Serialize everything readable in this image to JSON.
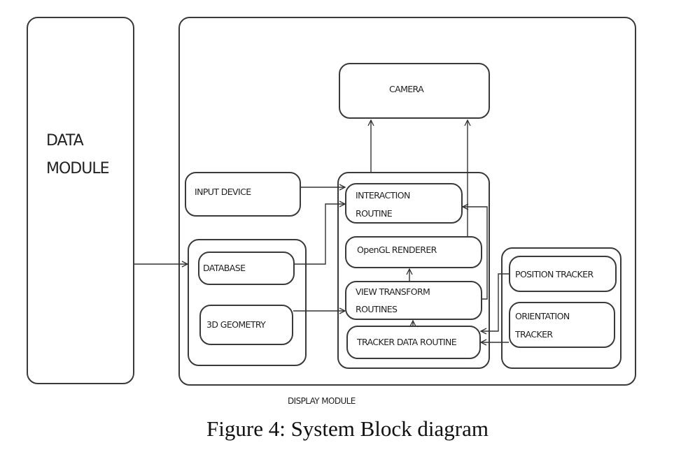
{
  "diagram": {
    "data_module": {
      "line1": "DATA",
      "line2": "MODULE"
    },
    "display_module_label": "DISPLAY MODULE",
    "camera": "CAMERA",
    "input_device": "INPUT DEVICE",
    "database": "DATABASE",
    "geometry_3d": "3D GEOMETRY",
    "interaction_routine": {
      "line1": "INTERACTION",
      "line2": "ROUTINE"
    },
    "opengl_renderer": "OpenGL RENDERER",
    "view_transform": {
      "line1": "VIEW TRANSFORM",
      "line2": "ROUTINES"
    },
    "tracker_data_routine": "TRACKER DATA ROUTINE",
    "position_tracker": "POSITION TRACKER",
    "orientation_tracker": {
      "line1": "ORIENTATION",
      "line2": "TRACKER"
    }
  },
  "caption": "Figure 4: System Block diagram"
}
